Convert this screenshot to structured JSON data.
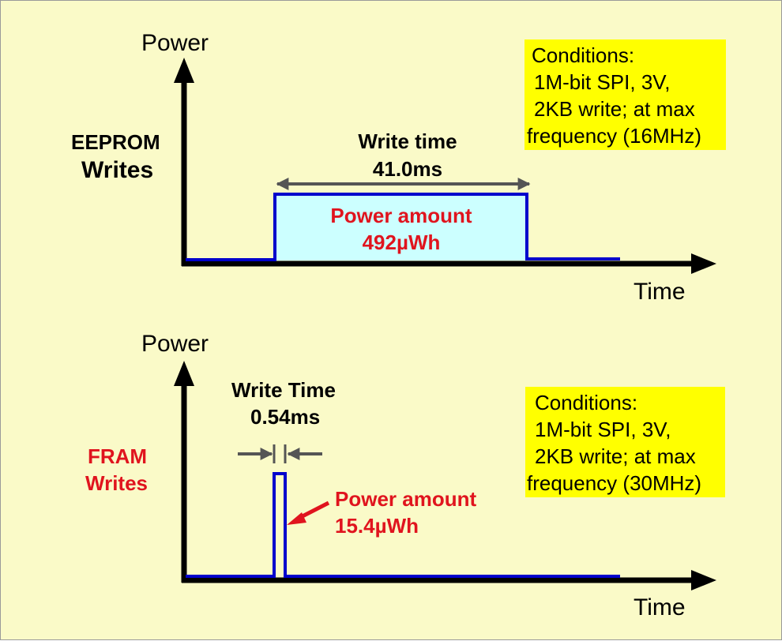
{
  "top": {
    "y_axis_label": "Power",
    "x_axis_label": "Time",
    "device_line1": "EEPROM",
    "device_line2": "Writes",
    "write_time_label": "Write time",
    "write_time_value": "41.0ms",
    "power_label": "Power amount",
    "power_value": "492µWh",
    "conditions": [
      "Conditions:",
      "1M-bit SPI, 3V,",
      "2KB write; at max",
      "frequency (16MHz)"
    ],
    "pulse_fill": "#ccffff"
  },
  "bottom": {
    "y_axis_label": "Power",
    "x_axis_label": "Time",
    "device_line1": "FRAM",
    "device_line2": "Writes",
    "write_time_label": "Write Time",
    "write_time_value": "0.54ms",
    "power_label": "Power amount",
    "power_value": "15.4µWh",
    "conditions": [
      "Conditions:",
      "1M-bit SPI, 3V,",
      "2KB write; at max",
      "frequency (30MHz)"
    ]
  },
  "colors": {
    "background": "#fafac8",
    "signal": "#0000cc",
    "highlight_red": "#e0141e",
    "conditions_bg": "#ffff00",
    "arrow_gray": "#555555"
  }
}
